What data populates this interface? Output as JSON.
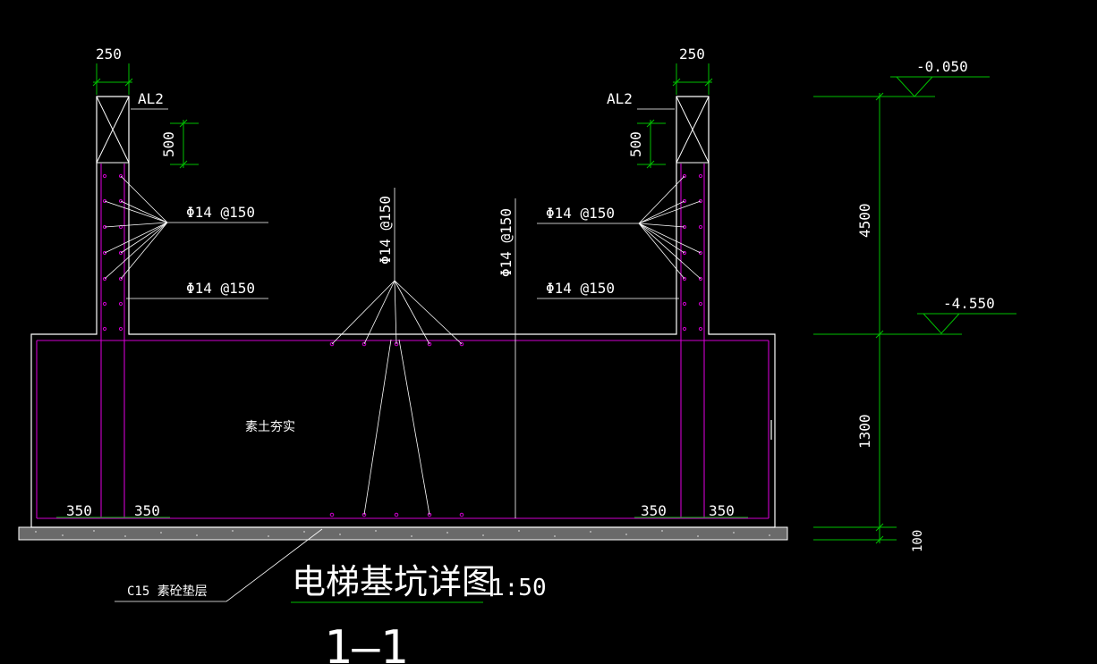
{
  "colors": {
    "background": "#000000",
    "outline": "#ffffff",
    "rebar": "#d000d0",
    "dimension": "#00c000",
    "text": "#ffffff",
    "pad_fill": "#6a6a6a"
  },
  "labels": {
    "dim_wall_left": "250",
    "dim_wall_right": "250",
    "beam_left": "AL2",
    "beam_right": "AL2",
    "dim_beam_left": "500",
    "dim_beam_right": "500",
    "rebar_left_top": "Φ14 @150",
    "rebar_left_bottom": "Φ14 @150",
    "rebar_right_top": "Φ14 @150",
    "rebar_right_bottom": "Φ14 @150",
    "rebar_center_left": "Φ14 @150",
    "rebar_center_right": "Φ14 @150",
    "fill_note": "素土夯实",
    "dim_bottom_1": "350",
    "dim_bottom_2": "350",
    "dim_bottom_3": "350",
    "dim_bottom_4": "350",
    "pad_note": "C15 素砼垫层",
    "title": "电梯基坑详图",
    "scale": "1:50",
    "section": "1—1"
  },
  "elevations": {
    "top": "-0.050",
    "bottom": "-4.550"
  },
  "dimensions": {
    "upper": "4500",
    "lower": "1300",
    "pad": "100"
  }
}
